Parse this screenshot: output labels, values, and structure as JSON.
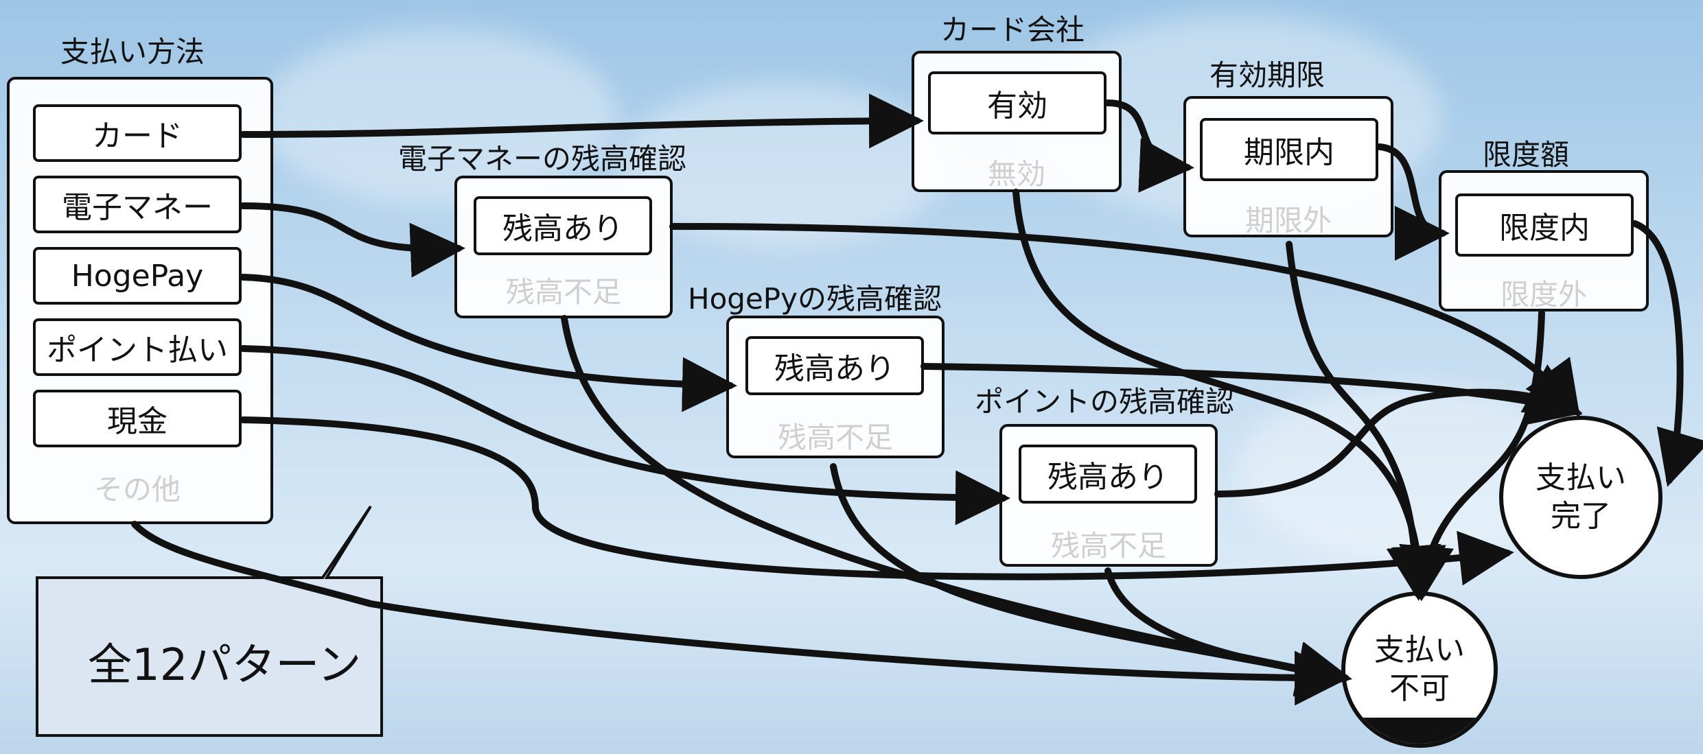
{
  "groups": {
    "payment_method": {
      "title": "支払い方法",
      "options": [
        "カード",
        "電子マネー",
        "HogePay",
        "ポイント払い",
        "現金"
      ],
      "other": "その他"
    },
    "emoney_check": {
      "title": "電子マネーの残高確認",
      "active": "残高あり",
      "inactive": "残高不足"
    },
    "hogepay_check": {
      "title": "HogePyの残高確認",
      "active": "残高あり",
      "inactive": "残高不足"
    },
    "point_check": {
      "title": "ポイントの残高確認",
      "active": "残高あり",
      "inactive": "残高不足"
    },
    "card_company": {
      "title": "カード会社",
      "active": "有効",
      "inactive": "無効"
    },
    "expiry": {
      "title": "有効期限",
      "active": "期限内",
      "inactive": "期限外"
    },
    "limit": {
      "title": "限度額",
      "active": "限度内",
      "inactive": "限度外"
    }
  },
  "outcomes": {
    "complete": "支払い\n完了",
    "fail": "支払い\n不可"
  },
  "callout": {
    "text": "全12パターン"
  },
  "colors": {
    "line": "#111111",
    "faded_text": "#cfcfcf",
    "callout_fill": "#dce6f2"
  }
}
